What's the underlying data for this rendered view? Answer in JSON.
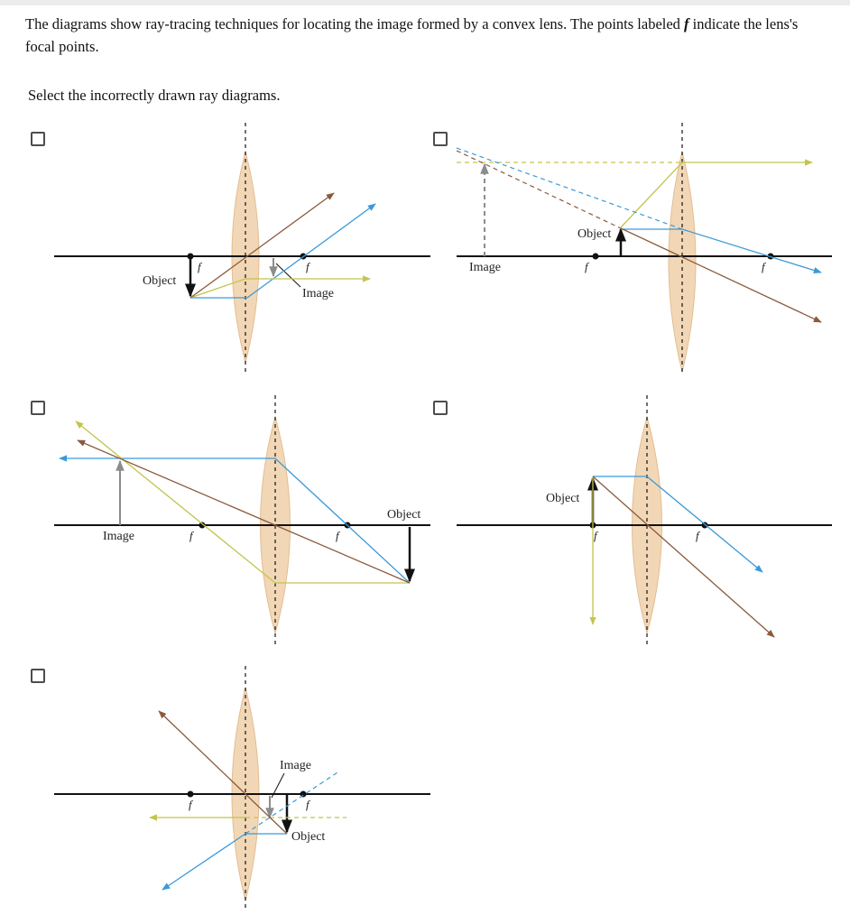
{
  "question": {
    "text_before": "The diagrams show ray-tracing techniques for locating the image formed by a convex lens. The points labeled ",
    "focal_symbol": "f",
    "text_after": " indicate the lens's focal points."
  },
  "instruction": "Select the incorrectly drawn ray diagrams.",
  "options": [
    {
      "checked": false,
      "labels": {
        "object": "Object",
        "image": "Image",
        "f_left": "f",
        "f_right": "f"
      }
    },
    {
      "checked": false,
      "labels": {
        "object": "Object",
        "image": "Image",
        "f_left": "f",
        "f_right": "f"
      }
    },
    {
      "checked": false,
      "labels": {
        "object": "Object",
        "image": "Image",
        "f_left": "f",
        "f_right": "f"
      }
    },
    {
      "checked": false,
      "labels": {
        "object": "Object",
        "f_left": "f",
        "f_right": "f"
      }
    },
    {
      "checked": false,
      "labels": {
        "object": "Object",
        "image": "Image",
        "f_left": "f",
        "f_right": "f"
      }
    }
  ],
  "colors": {
    "lens_fill": "#f2d7b6",
    "lens_edge": "#e2bd92",
    "ray_blue": "#3a9ad9",
    "ray_olive": "#c4c44e",
    "ray_brown": "#8a5a3c",
    "image_gray": "#8c8c8c",
    "axis": "#111111"
  }
}
